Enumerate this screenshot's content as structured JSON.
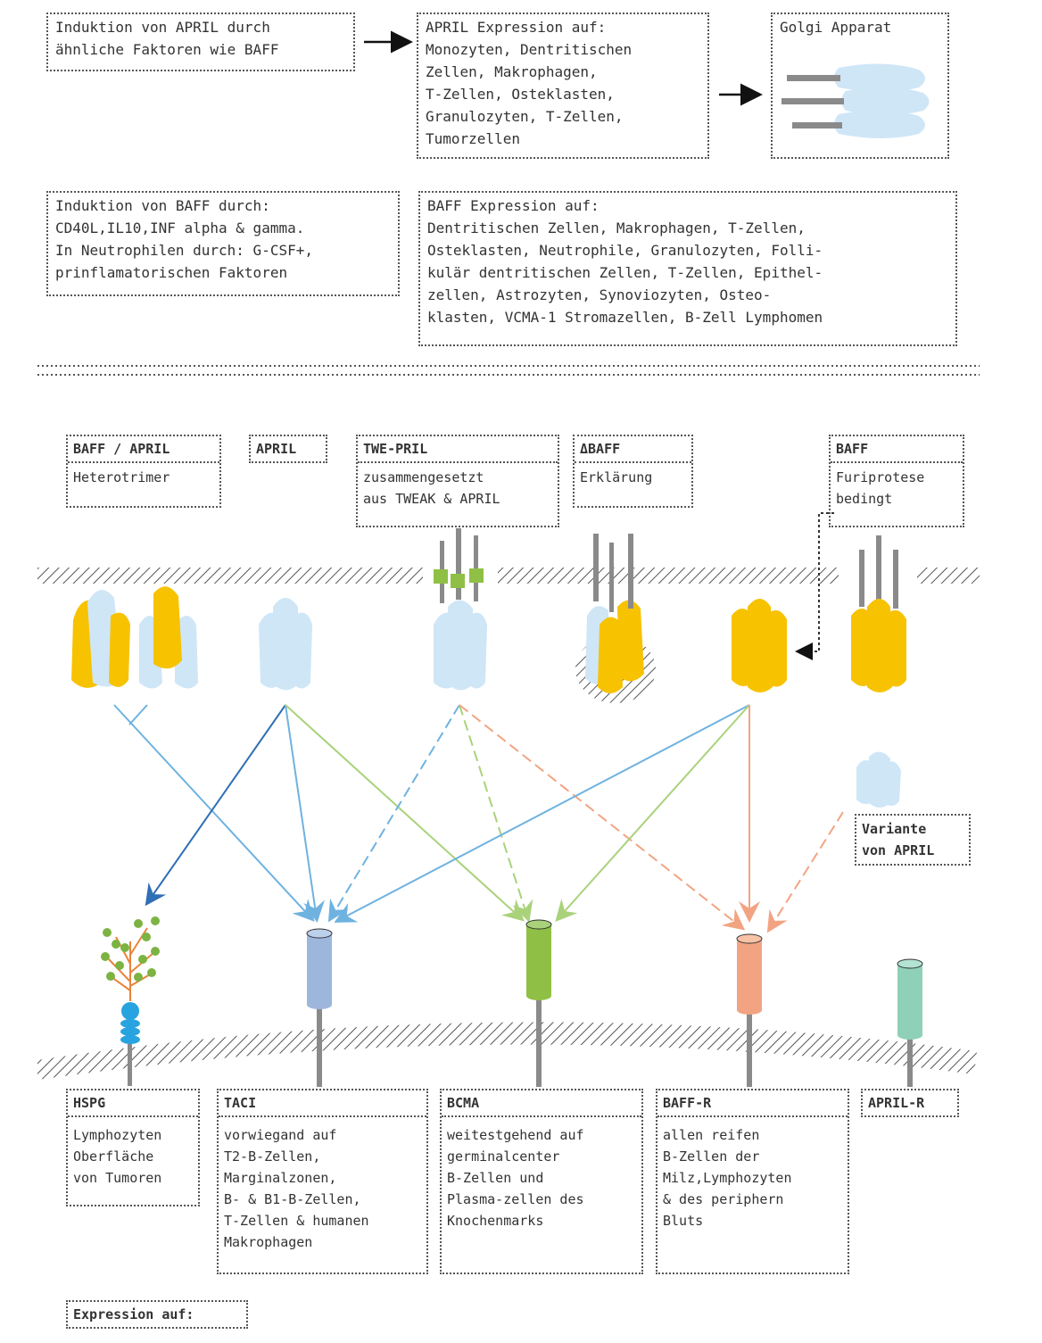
{
  "top": {
    "april_induction": "Induktion von APRIL durch\nähnliche Faktoren wie BAFF",
    "april_expression": "APRIL Expression auf:\nMonozyten, Dentritischen\nZellen, Makrophagen,\nT-Zellen, Osteklasten,\nGranulozyten, T-Zellen,\nTumorzellen",
    "golgi": "Golgi Apparat",
    "baff_induction": "Induktion von BAFF durch:\nCD40L,IL10,INF alpha & gamma.\nIn Neutrophilen durch: G-CSF+,\nprinflamatorischen Faktoren",
    "baff_expression": "BAFF Expression auf:\nDentritischen Zellen, Makrophagen, T-Zellen,\nOsteklasten, Neutrophile, Granulozyten, Folli-\nkulär dentritischen Zellen, T-Zellen, Epithel-\nzellen, Astrozyten, Synoviozyten, Osteo-\nklasten, VCMA-1 Stromazellen, B-Zell Lymphomen"
  },
  "ligands": [
    {
      "name": "BAFF / APRIL",
      "desc": "Heterotrimer"
    },
    {
      "name": "APRIL",
      "desc": ""
    },
    {
      "name": "TWE-PRIL",
      "desc": "zusammengesetzt\naus TWEAK & APRIL"
    },
    {
      "name": "ΔBAFF",
      "desc": "Erklärung"
    },
    {
      "name": "BAFF",
      "desc": "Furiprotese\nbedingt"
    }
  ],
  "variant": "Variante\nvon APRIL",
  "receptors": [
    {
      "name": "HSPG",
      "desc": "Lymphozyten\nOberfläche\nvon Tumoren"
    },
    {
      "name": "TACI",
      "desc": "vorwiegand auf\nT2-B-Zellen,\nMarginalzonen,\nB- & B1-B-Zellen,\nT-Zellen & humanen\nMakrophagen"
    },
    {
      "name": "BCMA",
      "desc": "weitestgehend auf\ngerminalcenter\nB-Zellen und\nPlasma-zellen des\nKnochenmarks"
    },
    {
      "name": "BAFF-R",
      "desc": "allen reifen\nB-Zellen der\nMilz,Lymphozyten\n& des periphern\nBluts"
    },
    {
      "name": "APRIL-R",
      "desc": ""
    }
  ],
  "footer": "Expression auf:",
  "colors": {
    "baff": "#f7c200",
    "april": "#cfe6f7",
    "taci": "#9db6dc",
    "bcma": "#8fc045",
    "baffr": "#f2a482",
    "aprilr": "#8fd1b8",
    "hspg": "#27a4e0",
    "stem": "#8a8a8a"
  }
}
